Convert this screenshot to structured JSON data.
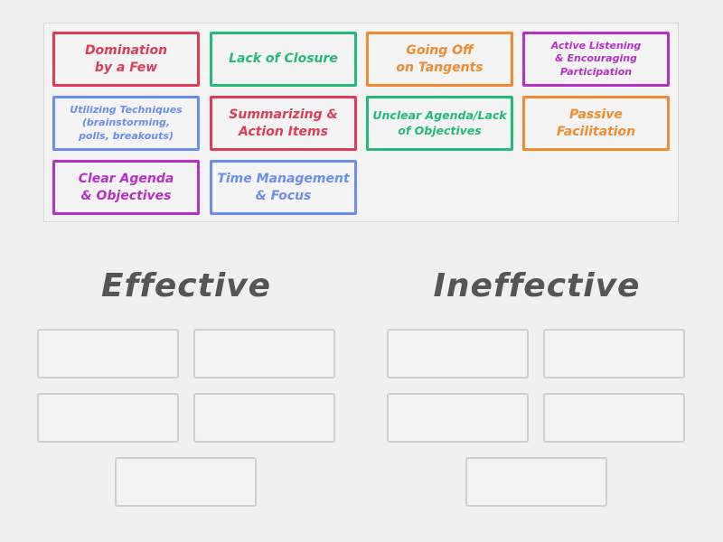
{
  "colors": {
    "red": "#de3b58",
    "green": "#24b97a",
    "orange": "#f28a30",
    "purple": "#b72fc9",
    "blue": "#6b8ded",
    "heading": "#555555",
    "slot_border": "#cfcfcf"
  },
  "cards": [
    {
      "label": "Domination\nby a Few",
      "color": "red"
    },
    {
      "label": "Lack of Closure",
      "color": "green"
    },
    {
      "label": "Going Off\non Tangents",
      "color": "orange"
    },
    {
      "label": "Active Listening\n& Encouraging\nParticipation",
      "color": "purple"
    },
    {
      "label": "Utilizing Techniques\n(brainstorming,\npolls, breakouts)",
      "color": "blue"
    },
    {
      "label": "Summarizing &\nAction Items",
      "color": "red"
    },
    {
      "label": "Unclear Agenda/Lack\nof Objectives",
      "color": "green"
    },
    {
      "label": "Passive\nFacilitation",
      "color": "orange"
    },
    {
      "label": "Clear Agenda\n& Objectives",
      "color": "purple"
    },
    {
      "label": "Time Management\n& Focus",
      "color": "blue"
    }
  ],
  "groups": [
    {
      "heading": "Effective",
      "slot_count": 5
    },
    {
      "heading": "Ineffective",
      "slot_count": 5
    }
  ]
}
